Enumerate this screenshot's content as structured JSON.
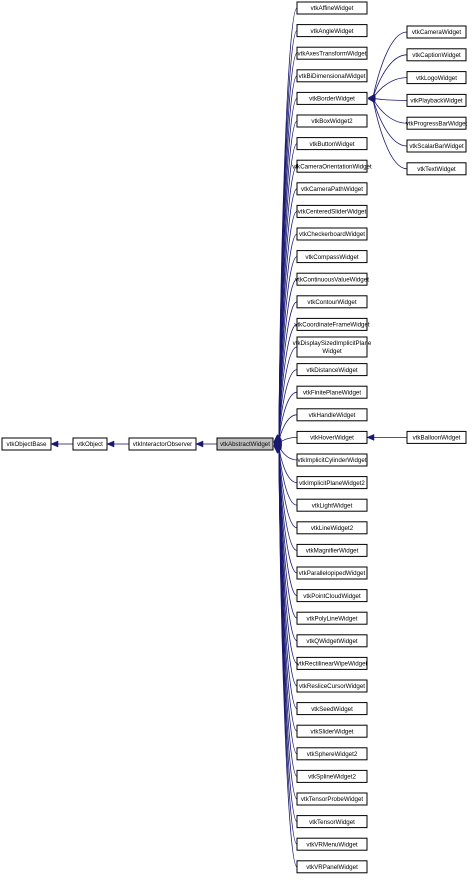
{
  "diagram": {
    "title": "",
    "nodes": {
      "base": "vtkObjectBase",
      "object": "vtkObject",
      "observer": "vtkInteractorObserver",
      "abstract": "vtkAbstractWidget",
      "border": "vtkBorderWidget",
      "hover": "vtkHoverWidget"
    },
    "subclasses": [
      "vtkAffineWidget",
      "vtkAngleWidget",
      "vtkAxesTransformWidget",
      "vtkBiDimensionalWidget",
      "vtkBorderWidget",
      "vtkBoxWidget2",
      "vtkButtonWidget",
      "vtkCameraOrientationWidget",
      "vtkCameraPathWidget",
      "vtkCenteredSliderWidget",
      "vtkCheckerboardWidget",
      "vtkCompassWidget",
      "vtkContinuousValueWidget",
      "vtkContourWidget",
      "vtkCoordinateFrameWidget",
      "vtkDisplaySizedImplicitPlaneWidget",
      "vtkDistanceWidget",
      "vtkFinitePlaneWidget",
      "vtkHandleWidget",
      "vtkHoverWidget",
      "vtkImplicitCylinderWidget",
      "vtkImplicitPlaneWidget2",
      "vtkLightWidget",
      "vtkLineWidget2",
      "vtkMagnifierWidget",
      "vtkParallelopipedWidget",
      "vtkPointCloudWidget",
      "vtkPolyLineWidget",
      "vtkQWidgetWidget",
      "vtkRectilinearWipeWidget",
      "vtkResliceCursorWidget",
      "vtkSeedWidget",
      "vtkSliderWidget",
      "vtkSphereWidget2",
      "vtkSplineWidget2",
      "vtkTensorProbeWidget",
      "vtkTensorWidget",
      "vtkVRMenuWidget",
      "vtkVRPanelWidget"
    ],
    "border_subclasses": [
      "vtkCameraWidget",
      "vtkCaptionWidget",
      "vtkLogoWidget",
      "vtkPlaybackWidget",
      "vtkProgressBarWidget",
      "vtkScalarBarWidget",
      "vtkTextWidget"
    ],
    "hover_subclasses": [
      "vtkBalloonWidget"
    ]
  }
}
